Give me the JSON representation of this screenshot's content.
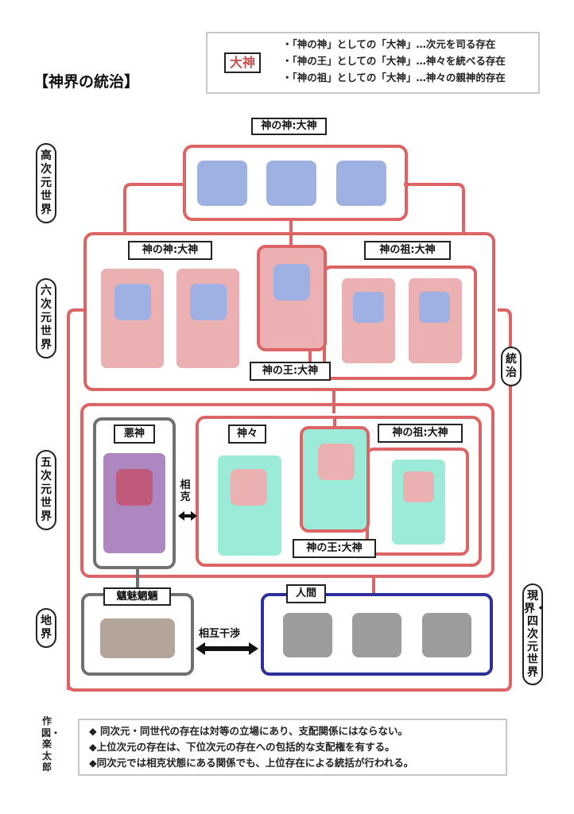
{
  "title": "【神界の統治】",
  "legend": {
    "key_label": "大神",
    "key_color": "#c0504d",
    "lines": [
      "・「神の神」としての「大神」…次元を司る存在",
      "・「神の王」としての「大神」…神々を統べる存在",
      "・「神の祖」としての「大神」…神々の親神的存在"
    ]
  },
  "levels": {
    "high": "高次元世界",
    "sixth": "六次元世界",
    "fifth": "五次元世界",
    "earth": "地界",
    "governance": "統治",
    "real": "現界・四次元世界"
  },
  "labels": {
    "top_god_of_gods": "神の神:大神",
    "six_god_of_gods": "神の神:大神",
    "six_ancestor": "神の祖:大神",
    "six_king": "神の王:大神",
    "evil_gods": "悪神",
    "gods": "神々",
    "five_ancestor": "神の祖:大神",
    "five_king": "神の王:大神",
    "conflict": "相克",
    "spirits": "魑魅魍魎",
    "humans": "人間",
    "interference": "相互干渉"
  },
  "colors": {
    "governance_line": "#dc6464",
    "god_of_gods_block": "#9fb1e3",
    "great_god_block": "#ebb0b1",
    "gods_block": "#9cebd9",
    "evil_outer": "#ad88c0",
    "evil_inner": "#c05a7a",
    "spirit_block": "#b3a59a",
    "human_block": "#9c9c9c",
    "human_border": "#2d2f9a",
    "spirit_border": "#707070"
  },
  "notes": [
    "◆ 同次元・同世代の存在は対等の立場にあり、支配関係にはならない。",
    "◆上位次元の存在は、下位次元の存在への包括的な支配権を有する。",
    "◆同次元では相克状態にある関係でも、上位存在による統括が行われる。"
  ],
  "credit": "作図・楽太郎"
}
